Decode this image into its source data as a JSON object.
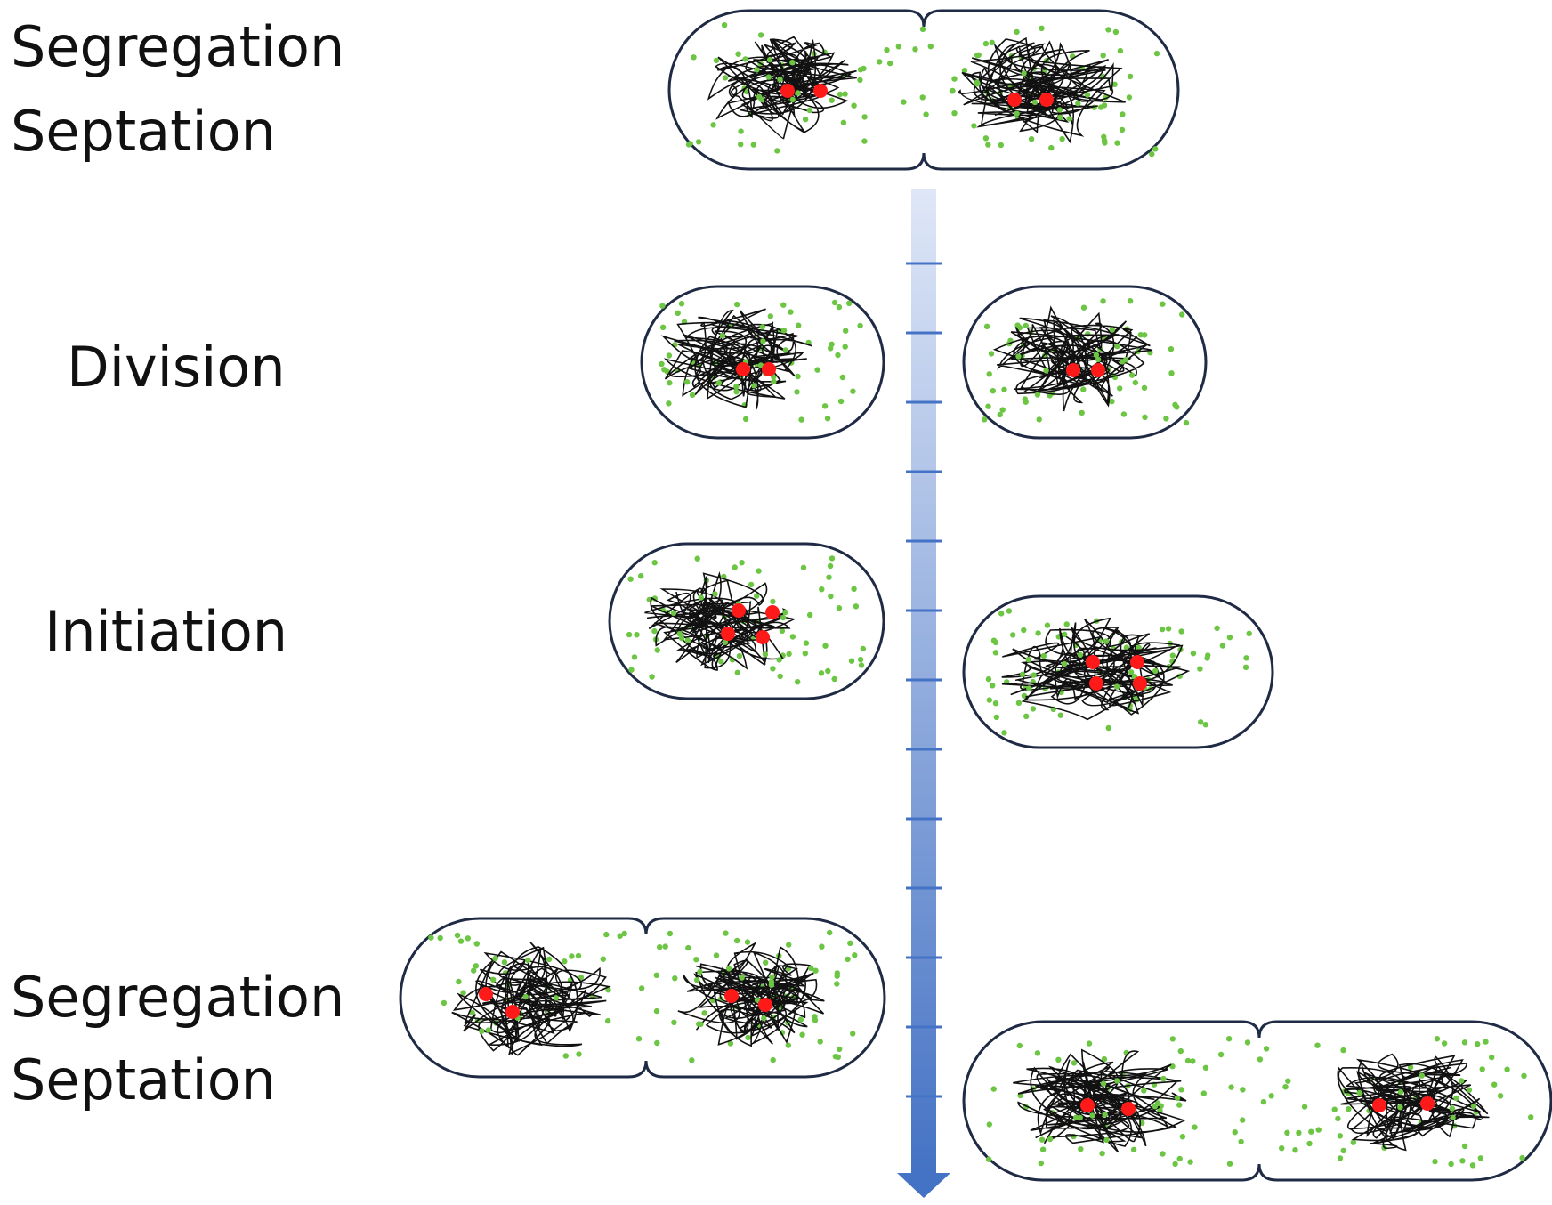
{
  "stages": {
    "top_line1": "Segregation",
    "top_line2": "Septation",
    "division": "Division",
    "initiation": "Initiation",
    "bottom_line1": "Segregation",
    "bottom_line2": "Septation"
  },
  "colors": {
    "cell_outline": "#1f2a44",
    "chromosome": "#111111",
    "green_dots": "#6cc644",
    "red_dots": "#ff1a1a",
    "timeline_top": "#dfe7f7",
    "timeline_bottom": "#4472c4",
    "ticks": "#4472c4"
  }
}
